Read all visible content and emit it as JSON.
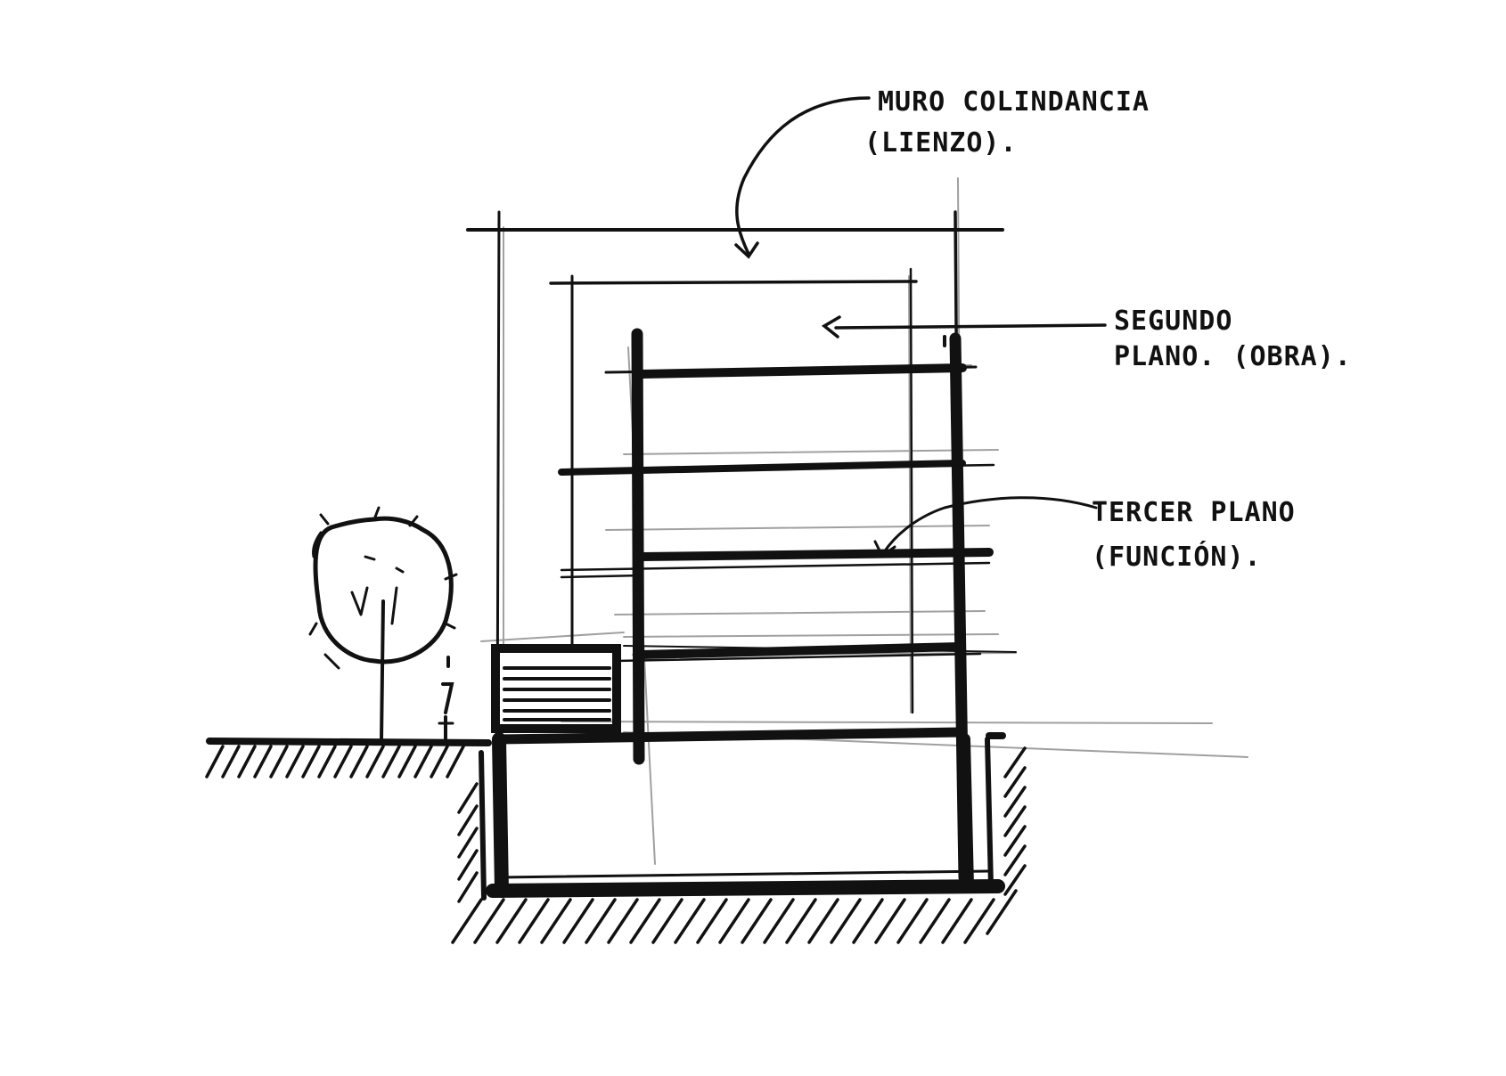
{
  "labels": {
    "muro_line1": "MURO COLINDANCIA",
    "muro_line2": "(LIENZO).",
    "segundo_line1": "SEGUNDO",
    "segundo_line2": "PLANO. (OBRA).",
    "tercer_line1": "TERCER PLANO",
    "tercer_line2": "(FUNCIÓN)."
  },
  "colors": {
    "ink": "#111111",
    "pencil": "#9a9a9a",
    "paper": "#ffffff"
  }
}
